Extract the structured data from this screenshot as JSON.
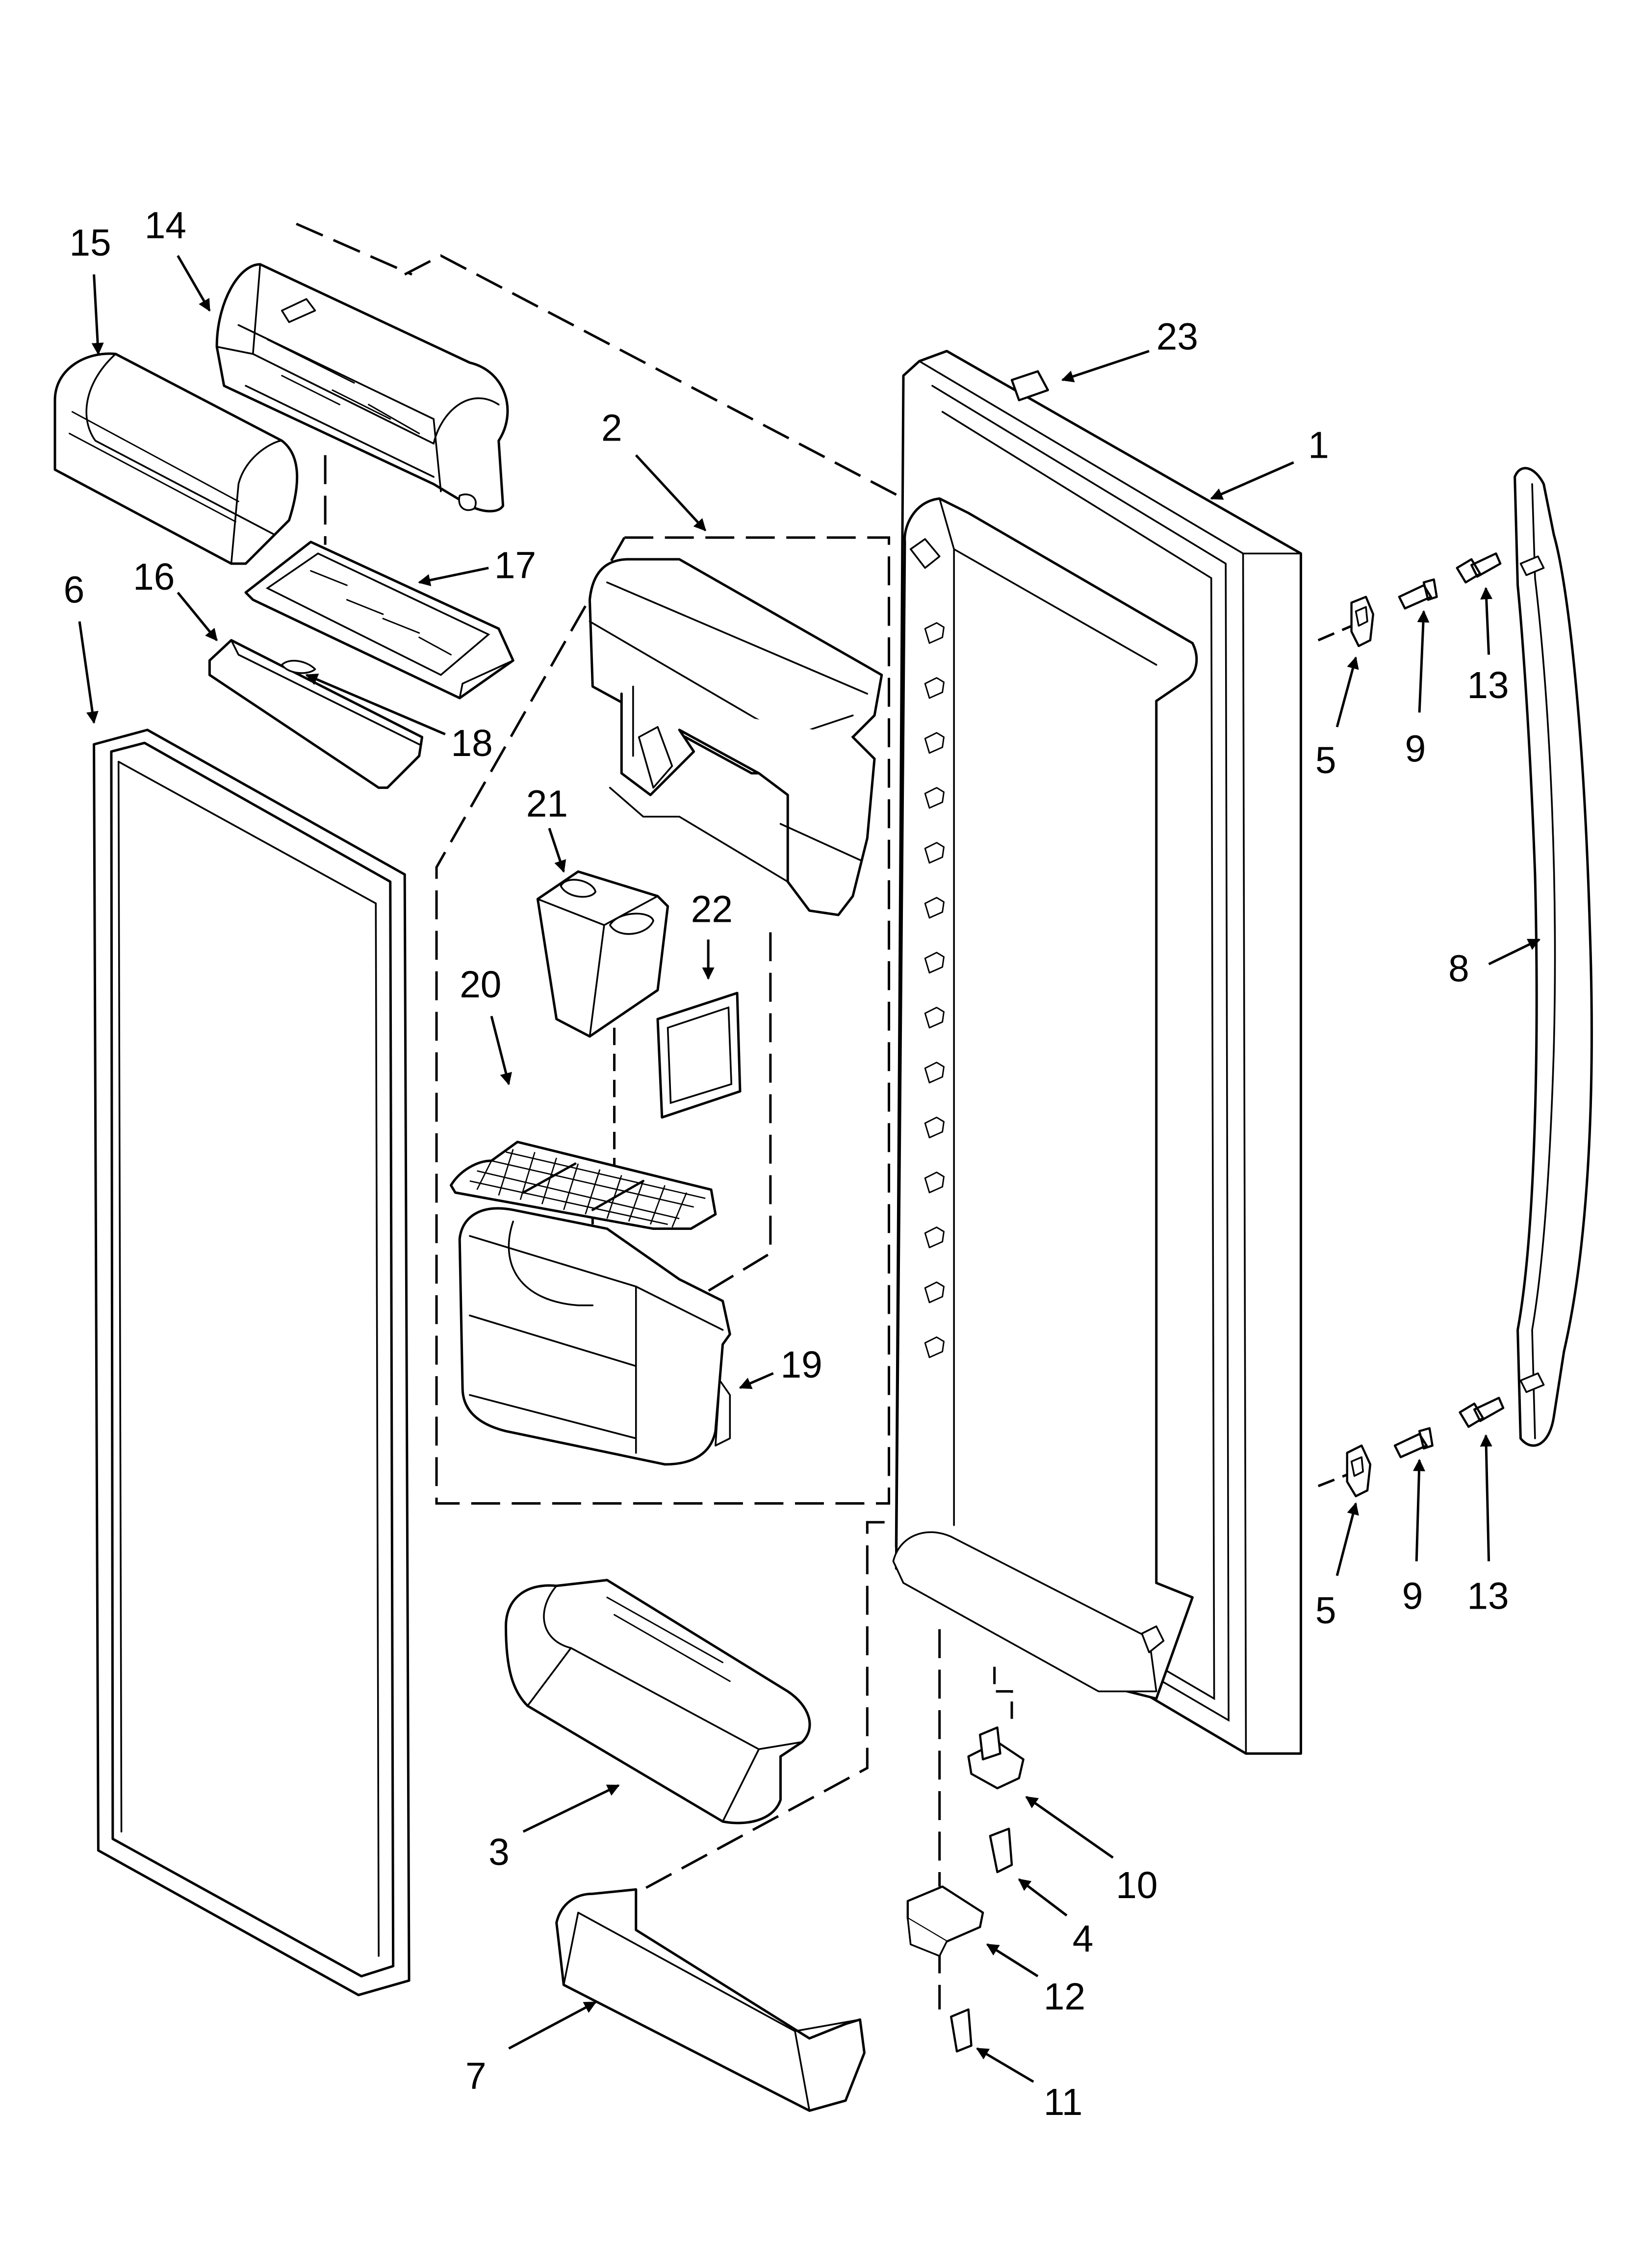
{
  "diagram": {
    "type": "exploded-parts-view",
    "callouts": [
      {
        "id": "c1",
        "text": "1"
      },
      {
        "id": "c2",
        "text": "2"
      },
      {
        "id": "c3",
        "text": "3"
      },
      {
        "id": "c4",
        "text": "4"
      },
      {
        "id": "c5a",
        "text": "5"
      },
      {
        "id": "c5b",
        "text": "5"
      },
      {
        "id": "c6",
        "text": "6"
      },
      {
        "id": "c7",
        "text": "7"
      },
      {
        "id": "c8",
        "text": "8"
      },
      {
        "id": "c9a",
        "text": "9"
      },
      {
        "id": "c9b",
        "text": "9"
      },
      {
        "id": "c10",
        "text": "10"
      },
      {
        "id": "c11",
        "text": "11"
      },
      {
        "id": "c12",
        "text": "12"
      },
      {
        "id": "c13a",
        "text": "13"
      },
      {
        "id": "c13b",
        "text": "13"
      },
      {
        "id": "c14",
        "text": "14"
      },
      {
        "id": "c15",
        "text": "15"
      },
      {
        "id": "c16",
        "text": "16"
      },
      {
        "id": "c17",
        "text": "17"
      },
      {
        "id": "c18",
        "text": "18"
      },
      {
        "id": "c19",
        "text": "19"
      },
      {
        "id": "c20",
        "text": "20"
      },
      {
        "id": "c21",
        "text": "21"
      },
      {
        "id": "c22",
        "text": "22"
      },
      {
        "id": "c23",
        "text": "23"
      }
    ]
  }
}
